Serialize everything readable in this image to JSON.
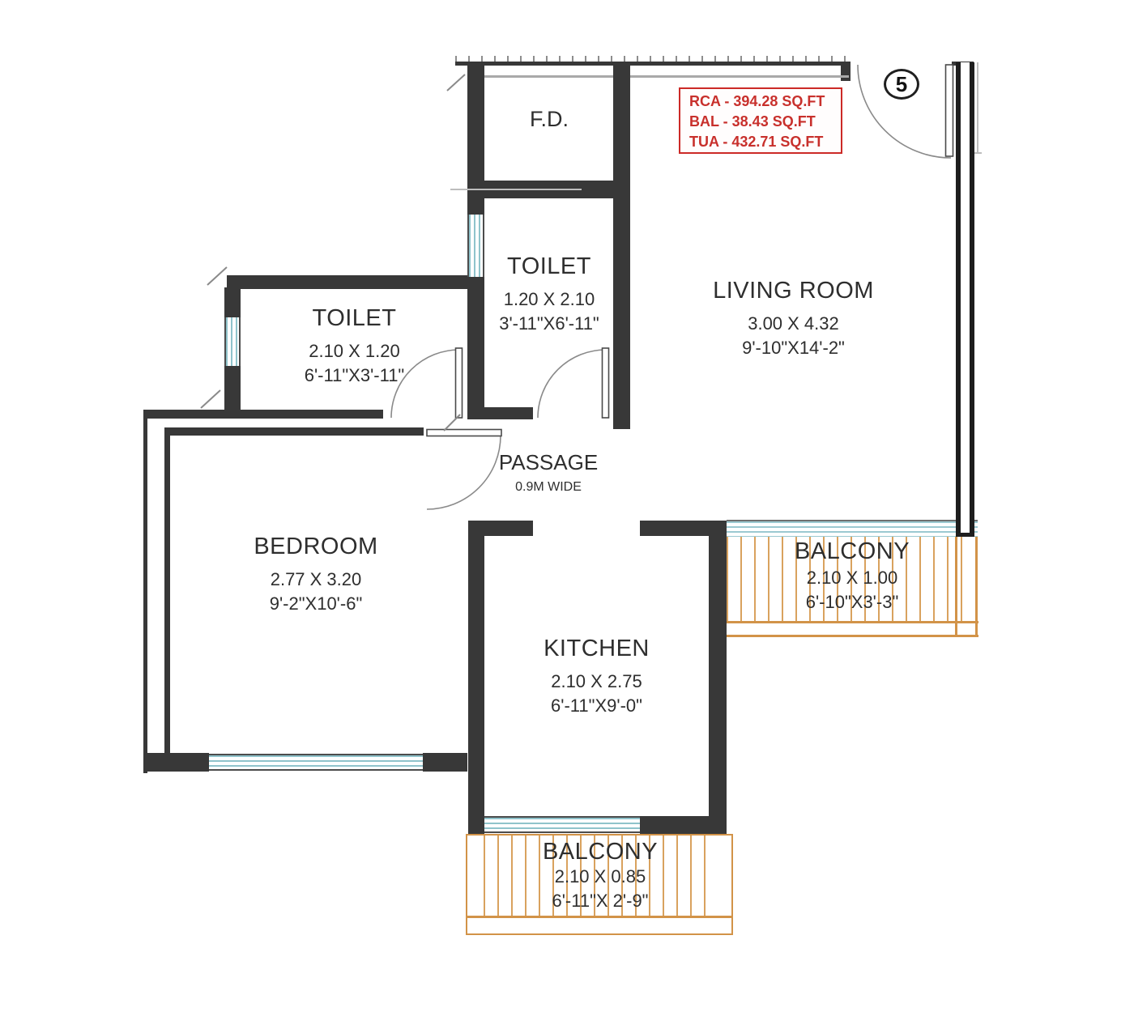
{
  "plan": {
    "unit_number": "5",
    "area_box": {
      "lines": [
        "RCA - 394.28 SQ.FT",
        "BAL - 38.43 SQ.FT",
        "TUA - 432.71 SQ.FT"
      ]
    },
    "rooms": {
      "fd": {
        "name": "F.D."
      },
      "toilet1": {
        "name": "TOILET",
        "dim_m": "1.20 X 2.10",
        "dim_ft": "3'-11\"X6'-11\""
      },
      "toilet2": {
        "name": "TOILET",
        "dim_m": "2.10 X 1.20",
        "dim_ft": "6'-11\"X3'-11\""
      },
      "living": {
        "name": "LIVING ROOM",
        "dim_m": "3.00 X 4.32",
        "dim_ft": "9'-10\"X14'-2\""
      },
      "passage": {
        "name": "PASSAGE",
        "dim": "0.9M WIDE"
      },
      "bedroom": {
        "name": "BEDROOM",
        "dim_m": "2.77 X 3.20",
        "dim_ft": "9'-2\"X10'-6\""
      },
      "kitchen": {
        "name": "KITCHEN",
        "dim_m": "2.10 X 2.75",
        "dim_ft": "6'-11\"X9'-0\""
      },
      "balcony_right": {
        "name": "BALCONY",
        "dim_m": "2.10 X 1.00",
        "dim_ft": "6'-10\"X3'-3\""
      },
      "balcony_bottom": {
        "name": "BALCONY",
        "dim_m": "2.10 X 0.85",
        "dim_ft": "6'-11\"X 2'-9\""
      }
    },
    "colors": {
      "wall": "#383838",
      "window": "#8fc3cb",
      "railing": "#d9a25e",
      "area_text": "#c8302c"
    }
  }
}
